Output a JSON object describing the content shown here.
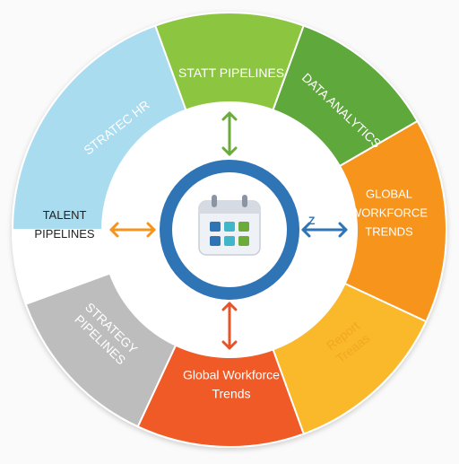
{
  "colors": {
    "segment_blue": "#a9dcef",
    "segment_green_light": "#8cc63f",
    "segment_green_dark": "#5fa83a",
    "segment_orange": "#f7941d",
    "segment_yellow": "#f9b92a",
    "segment_red": "#f05a28",
    "segment_gray": "#bdbdbd",
    "segment_white": "#ffffff",
    "hub_ring": "#2f74b5",
    "arrow_green": "#6aab3a",
    "arrow_blue": "#2f74b5",
    "arrow_orange": "#f7941d",
    "arrow_red": "#e8542a"
  },
  "segments": [
    {
      "id": "strategic-hr",
      "label_lines": [
        "STRATEC HR"
      ],
      "color_key": "segment_blue",
      "text_color": "#ffffff"
    },
    {
      "id": "staff-pipelines",
      "label_lines": [
        "STATT PIPELINES"
      ],
      "color_key": "segment_green_light",
      "text_color": "#ffffff"
    },
    {
      "id": "data-analytics",
      "label_lines": [
        "DATA ANALYTICS"
      ],
      "color_key": "segment_green_dark",
      "text_color": "#ffffff"
    },
    {
      "id": "global-workforce-trends-right",
      "label_lines": [
        "GLOBAL",
        "WORKFORCE",
        "TRENDS"
      ],
      "color_key": "segment_orange",
      "text_color": "#ffffff"
    },
    {
      "id": "report-trends",
      "label_lines": [
        "Report",
        "Treaas"
      ],
      "color_key": "segment_yellow",
      "text_color": "#f4a623"
    },
    {
      "id": "global-workforce-trends-bottom",
      "label_lines": [
        "Global Workforce",
        "Trends"
      ],
      "color_key": "segment_red",
      "text_color": "#ffffff"
    },
    {
      "id": "strategy-pipelines",
      "label_lines": [
        "STRATEGY",
        "PIPELINES"
      ],
      "color_key": "segment_gray",
      "text_color": "#ffffff"
    },
    {
      "id": "talent-pipelines",
      "label_lines": [
        "TALENT",
        "PIPELINES"
      ],
      "color_key": "segment_white",
      "text_color": "#222222"
    }
  ],
  "hub": {
    "icon": "calendar-icon",
    "grid_colors": [
      "#2f74b5",
      "#3fb6c9",
      "#6aab3a",
      "#2f74b5",
      "#3fb6c9",
      "#6aab3a"
    ]
  },
  "arrows": [
    {
      "id": "arrow-up",
      "color_key": "arrow_green"
    },
    {
      "id": "arrow-right",
      "color_key": "arrow_blue",
      "tag": "Z"
    },
    {
      "id": "arrow-down",
      "color_key": "arrow_red"
    },
    {
      "id": "arrow-left",
      "color_key": "arrow_orange"
    }
  ]
}
